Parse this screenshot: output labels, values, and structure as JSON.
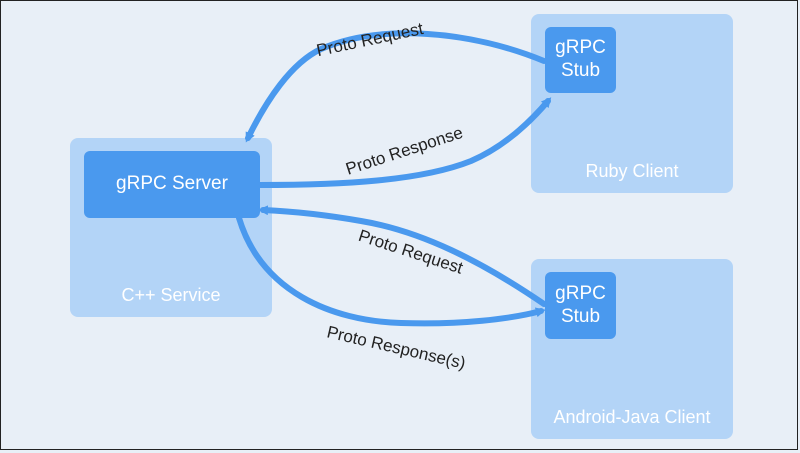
{
  "server": {
    "container_label": "C++ Service",
    "box_label": "gRPC Server"
  },
  "clients": [
    {
      "container_label": "Ruby Client",
      "stub_line1": "gRPC",
      "stub_line2": "Stub"
    },
    {
      "container_label": "Android-Java Client",
      "stub_line1": "gRPC",
      "stub_line2": "Stub"
    }
  ],
  "edges": [
    {
      "label": "Proto Request"
    },
    {
      "label": "Proto Response"
    },
    {
      "label": "Proto Request"
    },
    {
      "label": "Proto Response(s)"
    }
  ],
  "colors": {
    "background": "#e8eff7",
    "container": "#b3d4f7",
    "box": "#4a99ee",
    "arrow": "#4a99ee"
  }
}
